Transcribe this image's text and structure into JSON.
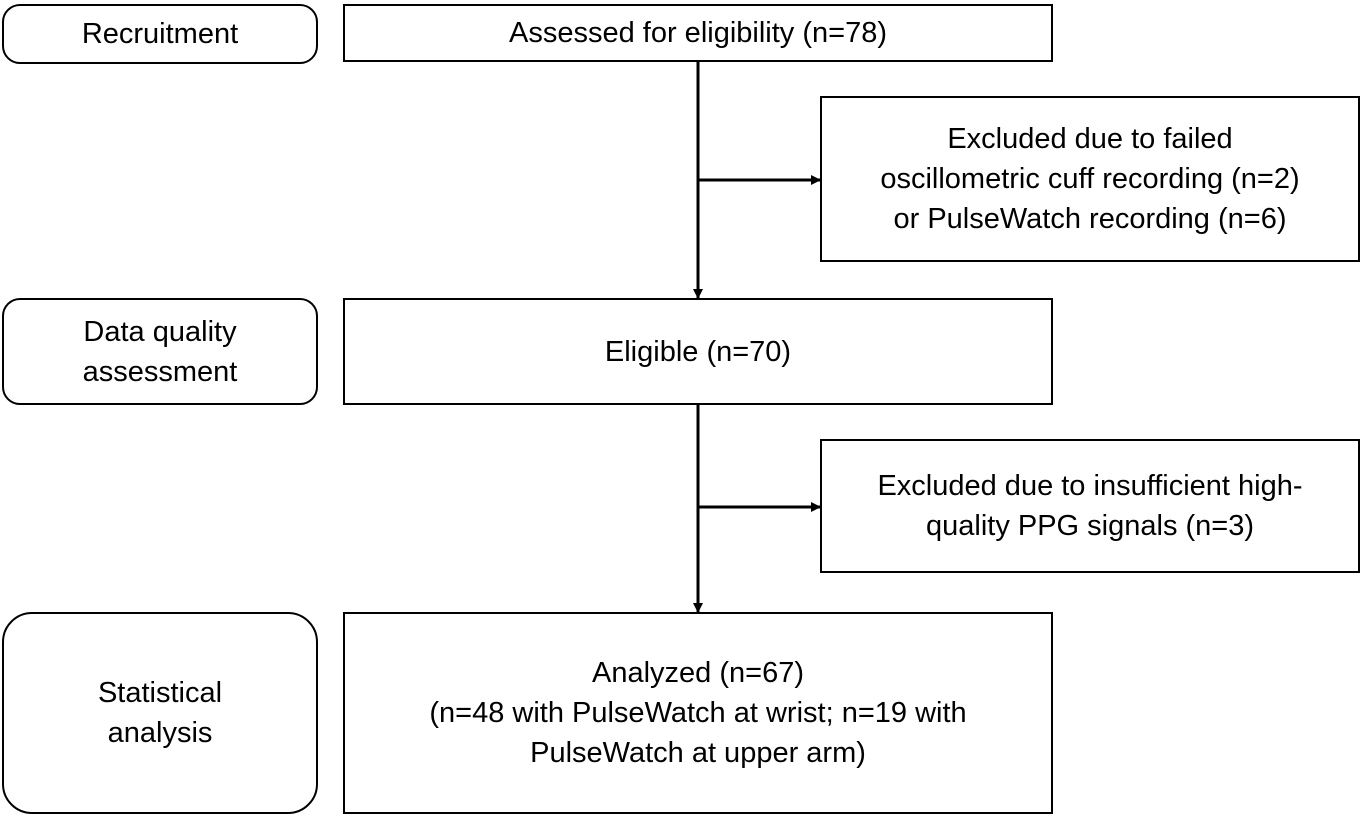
{
  "stages": {
    "recruitment": [
      "Recruitment"
    ],
    "data_quality": [
      "Data quality",
      "assessment"
    ],
    "statistical": [
      "Statistical",
      "analysis"
    ]
  },
  "flow": {
    "assessed": [
      "Assessed for eligibility (n=78)"
    ],
    "excluded_1": [
      "Excluded due to failed",
      "oscillometric cuff recording (n=2)",
      "or PulseWatch recording (n=6)"
    ],
    "eligible": [
      "Eligible (n=70)"
    ],
    "excluded_2": [
      "Excluded due to insufficient high-",
      "quality PPG signals (n=3)"
    ],
    "analyzed": [
      "Analyzed (n=67)",
      "(n=48 with PulseWatch at wrist; n=19 with",
      "PulseWatch at upper arm)"
    ]
  }
}
